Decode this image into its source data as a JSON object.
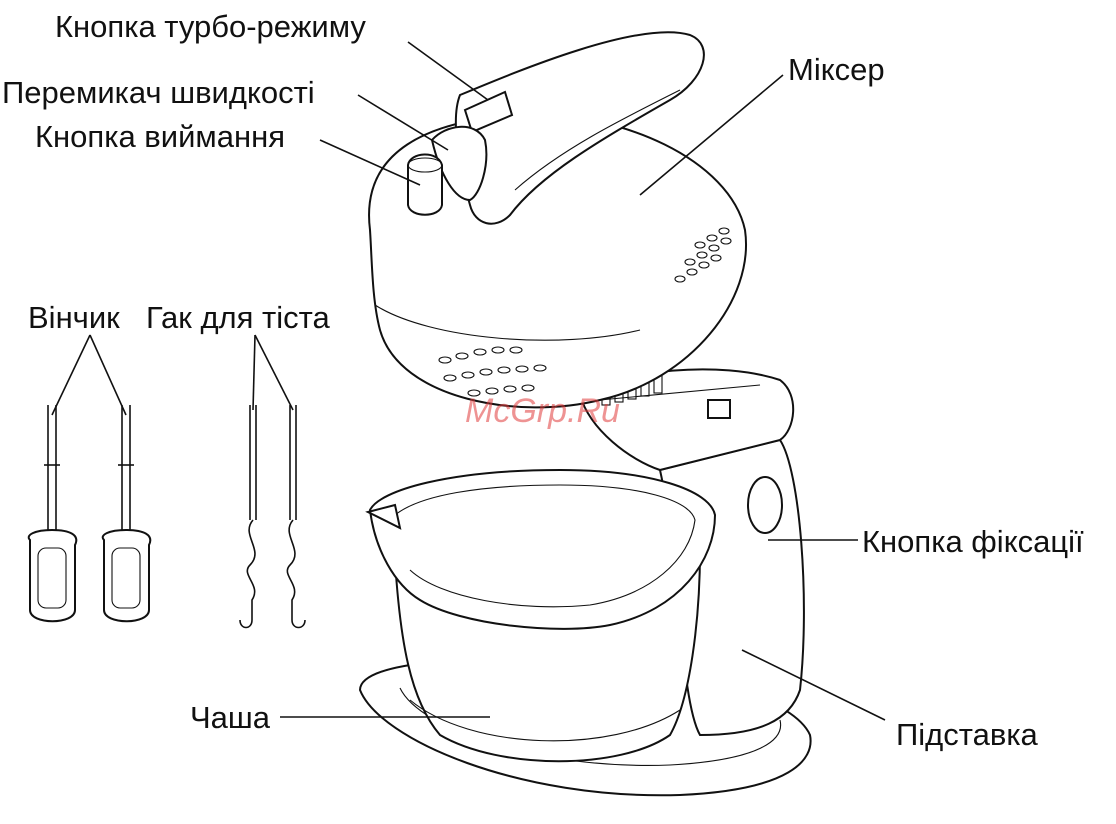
{
  "labels": {
    "turbo_button": "Кнопка турбо-режиму",
    "speed_switch": "Перемикач швидкості",
    "eject_button": "Кнопка виймання",
    "mixer": "Міксер",
    "whisk": "Вінчик",
    "dough_hook": "Гак для тіста",
    "lock_button": "Кнопка фіксації",
    "bowl": "Чаша",
    "stand": "Підставка"
  },
  "watermark": "McGrp.Ru",
  "colors": {
    "ink": "#111111",
    "watermark": "#e03a3a"
  }
}
